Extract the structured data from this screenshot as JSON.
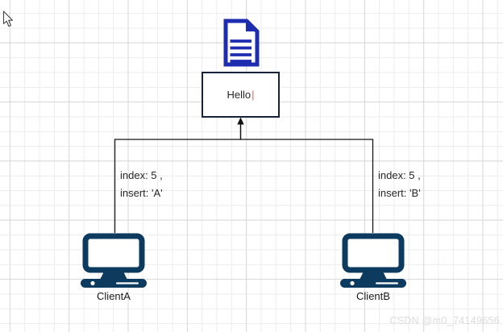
{
  "diagram": {
    "text_box": {
      "text": "Hello",
      "caret": "|"
    },
    "edges": {
      "left_label": {
        "line1": "index: 5 ,",
        "line2": "insert: 'A'"
      },
      "right_label": {
        "line1": "index: 5 ,",
        "line2": "insert: 'B'"
      }
    },
    "clients": [
      {
        "label": "ClientA"
      },
      {
        "label": "ClientB"
      }
    ]
  },
  "watermark": "CSDN @m0_74149656",
  "colors": {
    "document_icon": "#1e2db0",
    "client_icon": "#0d3a5f",
    "textbox_border": "#16213a",
    "connector": "#141414",
    "caret": "#e85c5c",
    "text": "#262626",
    "grid_minor": "#ececec",
    "grid_major": "#d9d9d9",
    "watermark": "#dcdcdc"
  }
}
